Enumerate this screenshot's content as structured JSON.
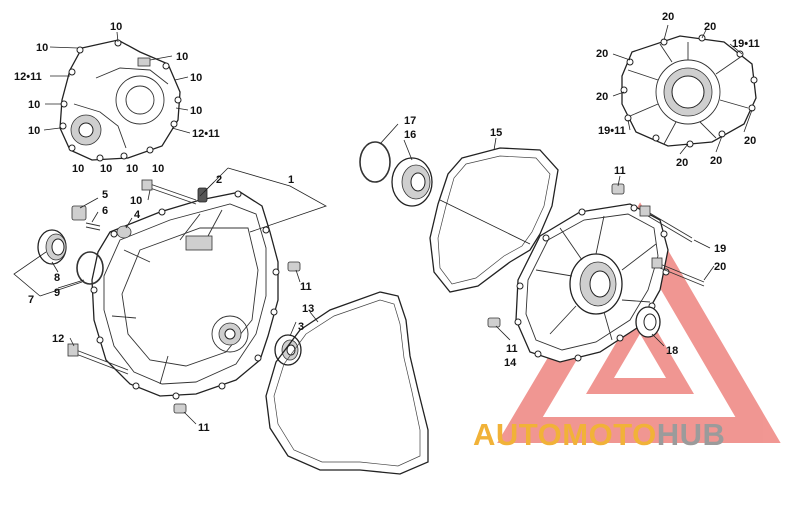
{
  "diagram": {
    "callouts": [
      "1",
      "2",
      "3",
      "4",
      "5",
      "6",
      "7",
      "8",
      "9",
      "10",
      "11",
      "12",
      "13",
      "14",
      "15",
      "16",
      "17",
      "18",
      "19",
      "20",
      "19-11",
      "12-11"
    ]
  },
  "watermark": {
    "part1": "AUTO",
    "part2": "MOTO",
    "part3": "HUB",
    "colors": {
      "accent": "#f1b238",
      "gray": "#9b9b9b",
      "triangle": "#e5413a"
    }
  }
}
